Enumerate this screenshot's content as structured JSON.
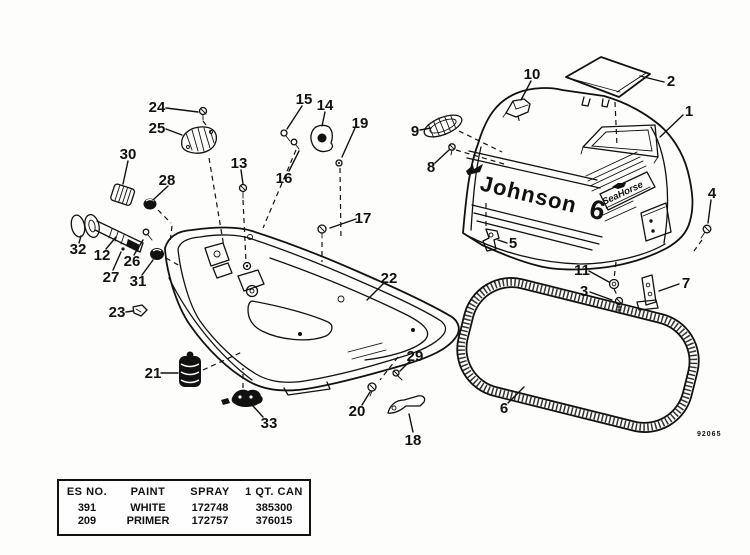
{
  "figure": {
    "brand_text": "Johnson",
    "model_text": "6",
    "decal_text": "SeaHorse",
    "drawing_code": "92065"
  },
  "callouts": {
    "c1": "1",
    "c2": "2",
    "c3": "3",
    "c4": "4",
    "c5": "5",
    "c6": "6",
    "c7": "7",
    "c8": "8",
    "c9": "9",
    "c10": "10",
    "c11": "11",
    "c12": "12",
    "c13": "13",
    "c14": "14",
    "c15": "15",
    "c16": "16",
    "c17": "17",
    "c18": "18",
    "c19": "19",
    "c20": "20",
    "c21": "21",
    "c22": "22",
    "c23": "23",
    "c24": "24",
    "c25": "25",
    "c26": "26",
    "c27": "27",
    "c28": "28",
    "c29": "29",
    "c30": "30",
    "c31": "31",
    "c32": "32",
    "c33": "33"
  },
  "table": {
    "headers": [
      "ES NO.",
      "PAINT",
      "SPRAY",
      "1 QT. CAN"
    ],
    "rows": [
      [
        "391",
        "WHITE",
        "172748",
        "385300"
      ],
      [
        "209",
        "PRIMER",
        "172757",
        "376015"
      ]
    ]
  }
}
